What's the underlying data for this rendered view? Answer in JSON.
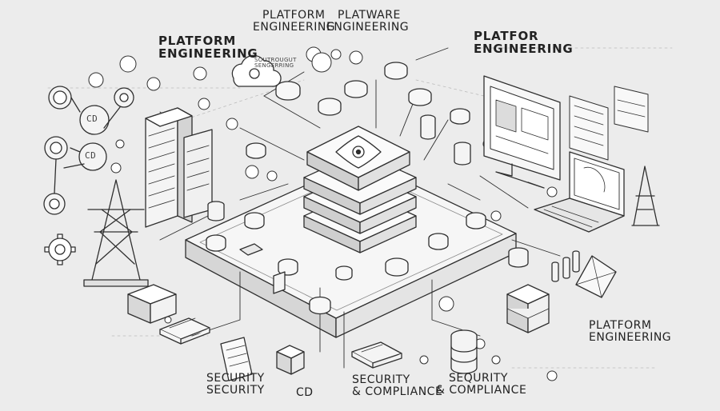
{
  "labels": {
    "top_left_1": "PLATFORM",
    "top_left_2": "ENGINEERING",
    "top_center_a_1": "PLATFORM",
    "top_center_a_2": "ENGINEERING",
    "top_center_b_1": "PLATWARE",
    "top_center_b_2": "ENGINEERING",
    "cloud_caption_1": "SOUTROUGUT",
    "cloud_caption_2": "SENGERRING",
    "top_right_1": "PLATFOR",
    "top_right_2": "ENGINEERING",
    "bottom_right_1": "PLATFORM",
    "bottom_right_2": "ENGINEERING",
    "bottom_sec_1": "SECURITY",
    "bottom_sec_2": "SECURITY",
    "bottom_cd": "CD",
    "bottom_sc_a_1": "SECURITY",
    "bottom_sc_a_2": "& COMPLIANCE",
    "bottom_sc_b_1": "SEQURITY",
    "bottom_sc_b_2": "& COMPLIANCE",
    "node_cd_1": "CD",
    "node_cd_2": "CD"
  },
  "colors": {
    "background": "#ececec",
    "line": "#2f2f2f",
    "fill": "#fafafa",
    "shade": "#cfcfcf"
  },
  "icons": [
    "cloud-icon",
    "gear-icon",
    "transmission-tower-icon",
    "server-rack-icon",
    "monitor-icon",
    "laptop-icon",
    "database-icon",
    "chip-icon"
  ]
}
